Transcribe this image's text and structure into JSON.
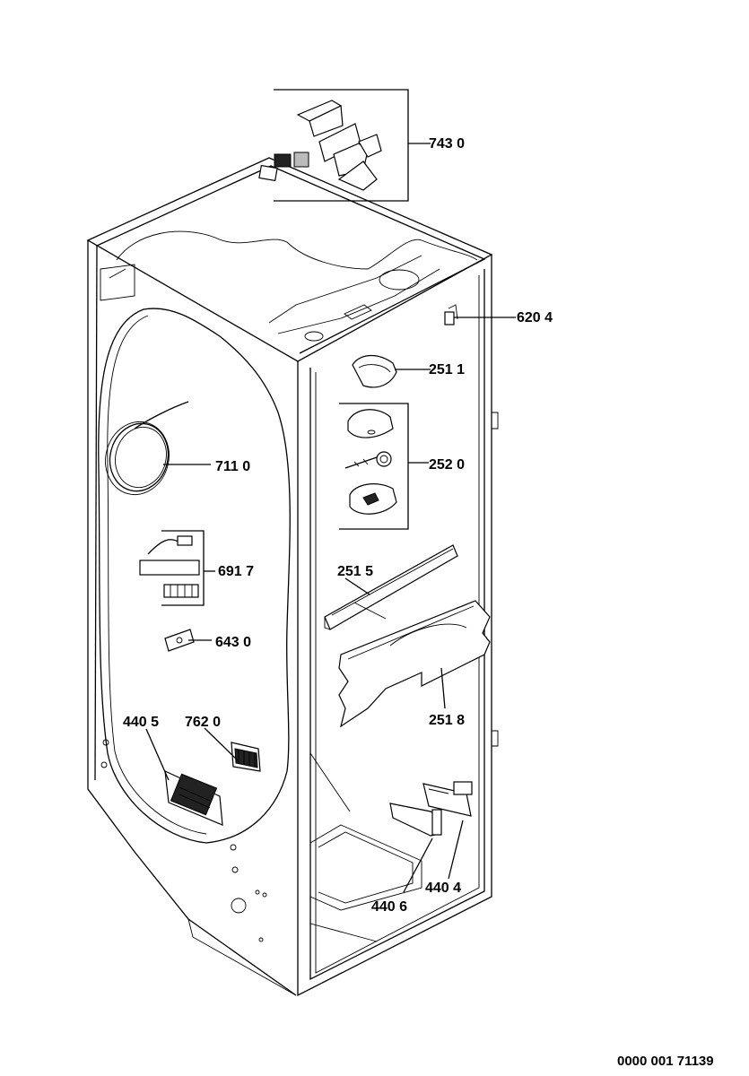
{
  "diagram": {
    "callouts": [
      {
        "id": "c-7430",
        "label": "743 0"
      },
      {
        "id": "c-6204",
        "label": "620 4"
      },
      {
        "id": "c-2511",
        "label": "251 1"
      },
      {
        "id": "c-2520",
        "label": "252 0"
      },
      {
        "id": "c-7110",
        "label": "711 0"
      },
      {
        "id": "c-6917",
        "label": "691 7"
      },
      {
        "id": "c-2515",
        "label": "251 5"
      },
      {
        "id": "c-6430",
        "label": "643 0"
      },
      {
        "id": "c-4405",
        "label": "440 5"
      },
      {
        "id": "c-7620",
        "label": "762 0"
      },
      {
        "id": "c-2518",
        "label": "251 8"
      },
      {
        "id": "c-4406",
        "label": "440 6"
      },
      {
        "id": "c-4404",
        "label": "440 4"
      }
    ],
    "reference_number": "0000 001 71139"
  }
}
